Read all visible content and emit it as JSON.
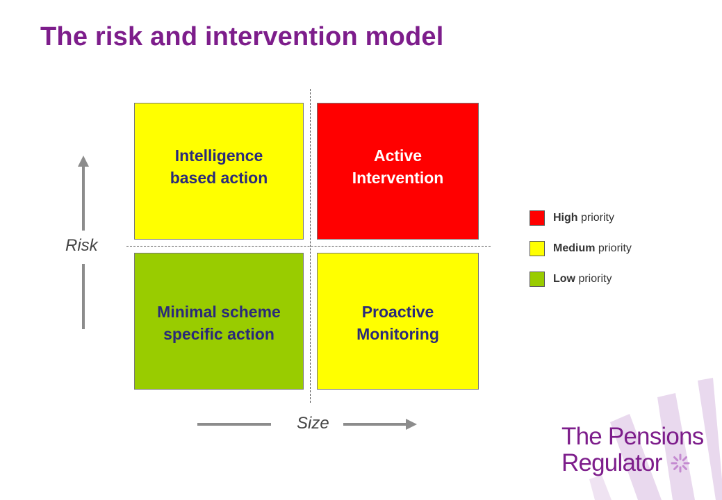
{
  "title": "The risk and intervention model",
  "quadrants": {
    "top_left": {
      "label": "Intelligence\nbased action",
      "color": "#ffff00"
    },
    "top_right": {
      "label": "Active\nIntervention",
      "color": "#ff0000"
    },
    "bottom_left": {
      "label": "Minimal scheme\nspecific action",
      "color": "#99cc00"
    },
    "bottom_right": {
      "label": "Proactive\nMonitoring",
      "color": "#ffff00"
    }
  },
  "axes": {
    "y_label": "Risk",
    "x_label": "Size"
  },
  "legend": [
    {
      "bold": "High",
      "rest": " priority",
      "color": "#ff0000"
    },
    {
      "bold": "Medium",
      "rest": " priority",
      "color": "#ffff00"
    },
    {
      "bold": "Low",
      "rest": " priority",
      "color": "#99cc00"
    }
  ],
  "logo": {
    "line1": "The Pensions",
    "line2": "Regulator",
    "icon": "sunburst-icon"
  },
  "colors": {
    "title": "#7d1d8b",
    "arrow": "#8c8c8c",
    "brand": "#7d1d8b"
  }
}
